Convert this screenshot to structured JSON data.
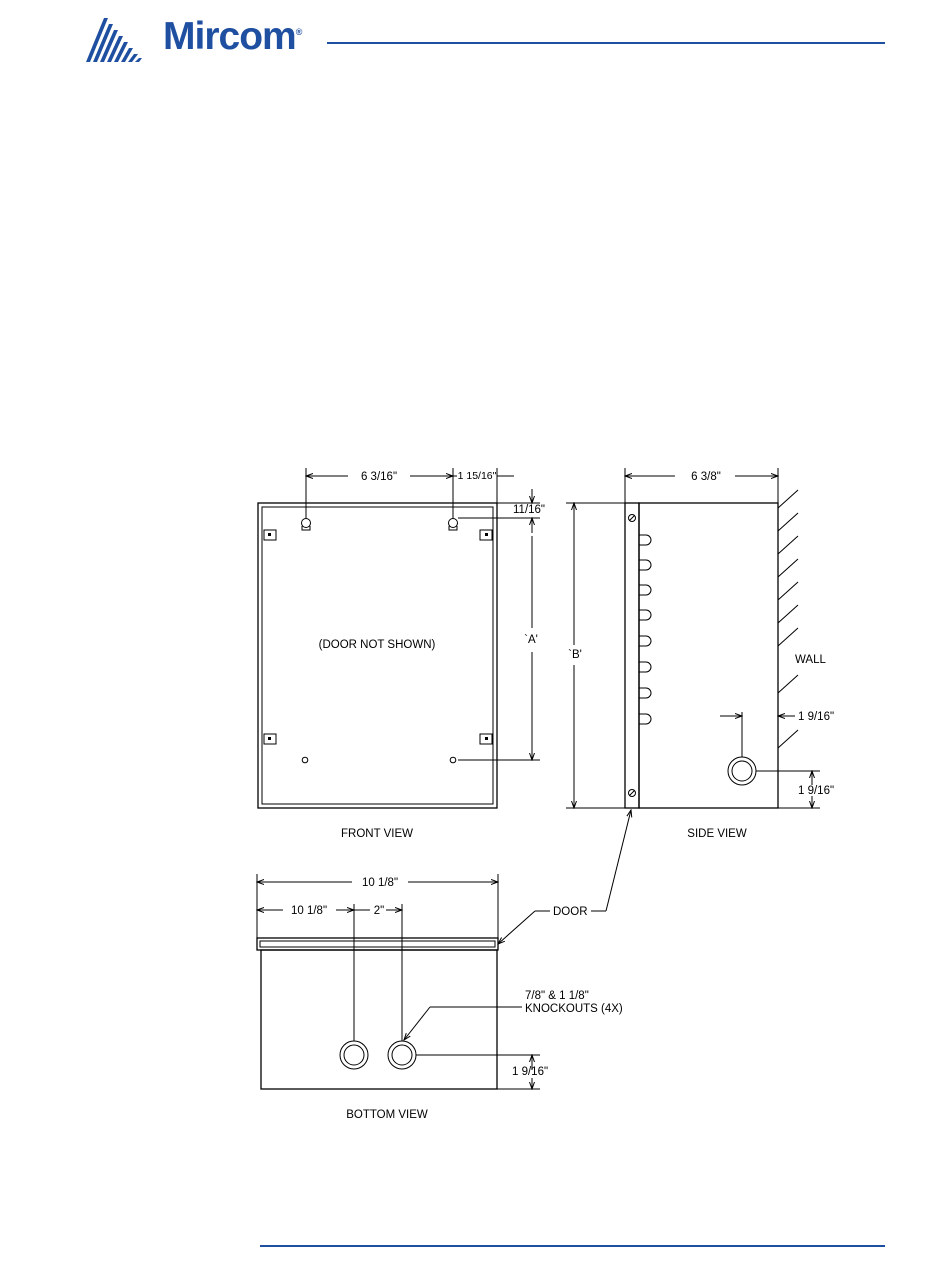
{
  "brand": {
    "name": "Mircom",
    "trademark": "®",
    "accent_color": "#1f4fa0",
    "logo_icon": "mircom-stripes-logo"
  },
  "drawing": {
    "front_view": {
      "caption": "FRONT VIEW",
      "note": "(DOOR NOT SHOWN)",
      "dim_hole_spacing": "6 3/16\"",
      "dim_hole_to_edge": "1 15/16\"",
      "dim_hole_from_top": "11/16\"",
      "dim_a": "`A'"
    },
    "side_view": {
      "caption": "SIDE VIEW",
      "dim_depth": "6 3/8\"",
      "dim_b": "`B'",
      "wall_label": "WALL",
      "dim_ko_from_wall": "1 9/16\"",
      "dim_ko_from_bottom": "1 9/16\""
    },
    "bottom_view": {
      "caption": "BOTTOM VIEW",
      "dim_width": "10 1/8\"",
      "dim_ko_offset": "10 1/8\"",
      "dim_ko_spacing": "2\"",
      "door_label": "DOOR",
      "knockouts_label_1": "7/8\" & 1 1/8\"",
      "knockouts_label_2": "KNOCKOUTS (4X)",
      "dim_ko_height": "1 9/16\""
    }
  }
}
